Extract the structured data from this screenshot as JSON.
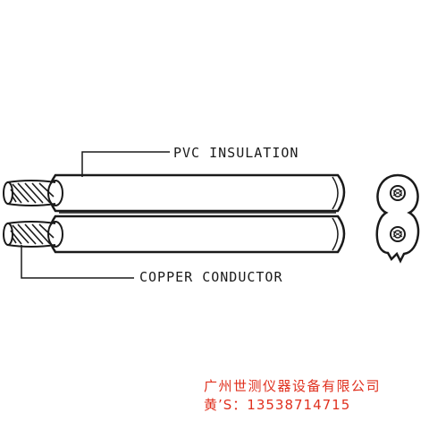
{
  "diagram": {
    "labels": {
      "insulation": "PVC INSULATION",
      "conductor": "COPPER CONDUCTOR"
    },
    "stroke_color": "#1a1a1a",
    "fill_color": "#ffffff"
  },
  "watermark": {
    "company": "广州世测仪器设备有限公司",
    "contact": "黄’S：13538714715",
    "color": "#e0301e"
  }
}
